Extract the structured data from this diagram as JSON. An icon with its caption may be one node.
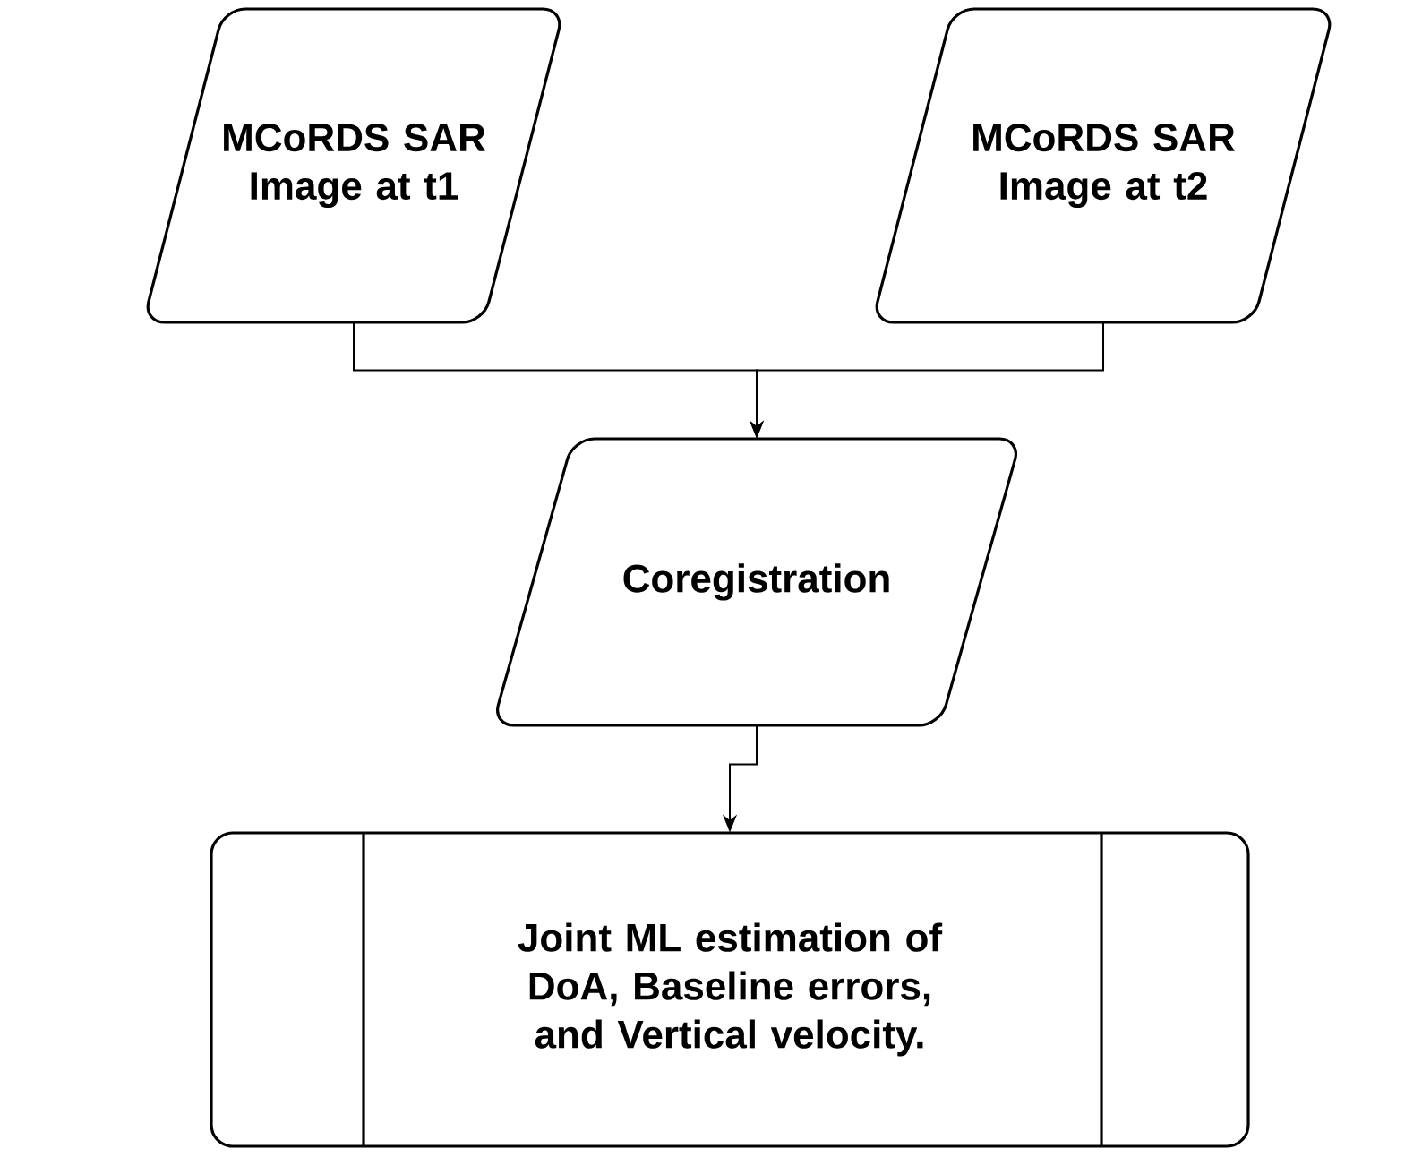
{
  "diagram": {
    "nodes": [
      {
        "text": [
          "MCoRDS SAR Image at t1"
        ]
      },
      {
        "text": [
          "MCoRDS SAR Image at t2"
        ]
      },
      {
        "text": [
          "Coregistration"
        ]
      },
      {
        "text": [
          "Joint ML estimation of DoA, Baseline errors, and Vertical velocity."
        ]
      }
    ],
    "edges": [
      {
        "from": 0,
        "to": 2,
        "arrow": "to"
      },
      {
        "from": 1,
        "to": 2,
        "arrow": "to"
      },
      {
        "from": 2,
        "to": 3,
        "arrow": "to"
      }
    ]
  }
}
